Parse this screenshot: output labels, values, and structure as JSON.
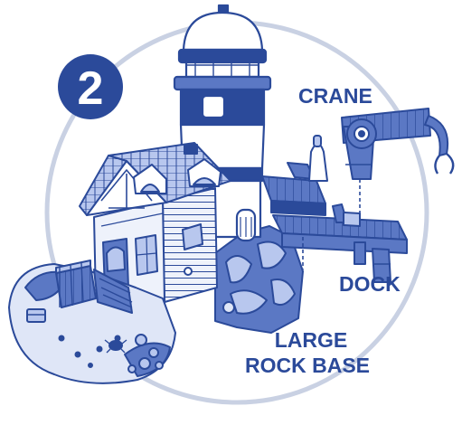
{
  "step": {
    "number": "2"
  },
  "labels": {
    "crane": "CRANE",
    "dock": "DOCK",
    "base_line1": "LARGE",
    "base_line2": "ROCK BASE"
  },
  "colors": {
    "ink": "#2b4a9a",
    "mid": "#5b78c4",
    "light": "#b8c7ee",
    "pale": "#dfe6f7",
    "circle": "#c9d1e3"
  }
}
